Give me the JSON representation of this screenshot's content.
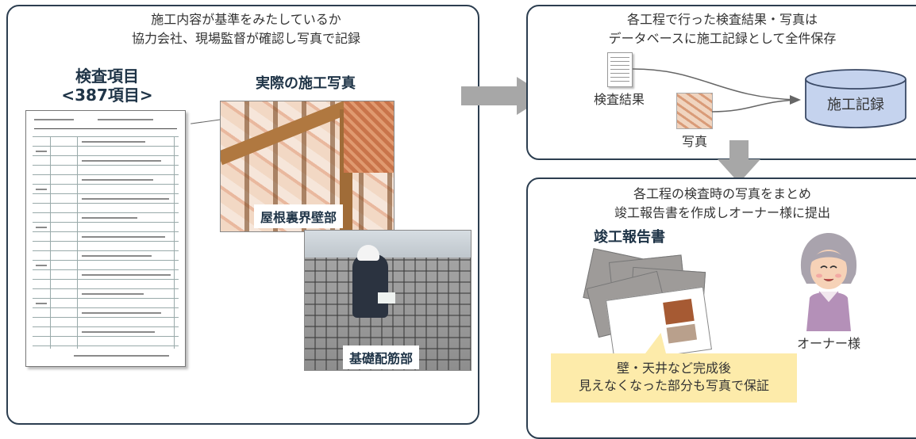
{
  "left_panel": {
    "title_line1": "施工内容が基準をみたしているか",
    "title_line2": "協力会社、現場監督が確認し写真で記録",
    "inspection_heading_line1": "検査項目",
    "inspection_heading_line2": "<387項目>",
    "photos_heading": "実際の施工写真",
    "photo_labels": [
      "屋根裏界壁部",
      "基礎配筋部"
    ]
  },
  "top_right_panel": {
    "title_line1": "各工程で行った検査結果・写真は",
    "title_line2": "データベースに施工記録として全件保存",
    "inspection_result_label": "検査結果",
    "photo_label": "写真",
    "database_label": "施工記録"
  },
  "bottom_right_panel": {
    "title_line1": "各工程の検査時の写真をまとめ",
    "title_line2": "竣工報告書を作成しオーナー様に提出",
    "report_heading": "竣工報告書",
    "owner_label": "オーナー様",
    "callout_line1": "壁・天井など完成後",
    "callout_line2": "見えなくなった部分も写真で保証"
  },
  "colors": {
    "panel_border": "#2c3e50",
    "arrow": "#a7a7a7",
    "database_fill": "#c5d3ee",
    "database_stroke": "#3b4a66",
    "callout_fill": "#fdebaa"
  }
}
